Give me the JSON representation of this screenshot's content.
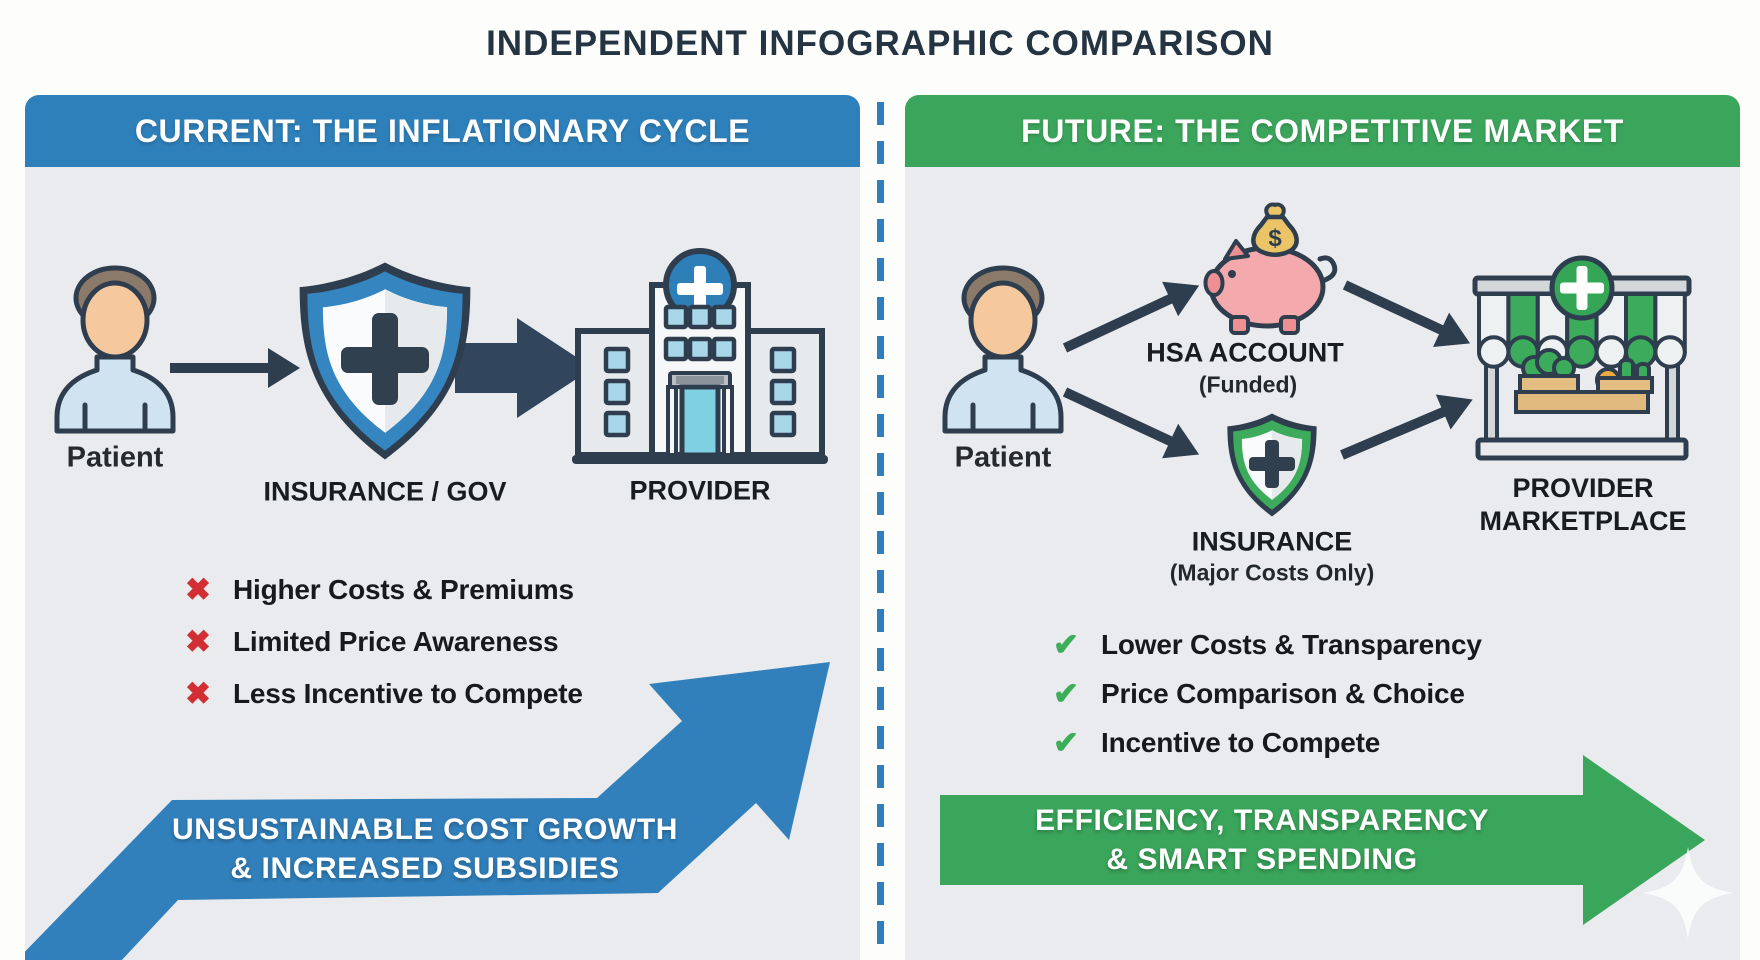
{
  "title": "INDEPENDENT INFOGRAPHIC COMPARISON",
  "colors": {
    "blue": "#2e80ba",
    "green": "#3ba55c",
    "navy": "#2f3e4e",
    "red_x": "#d22f34",
    "check_green": "#3cae58",
    "panel_bg": "#e9ebee",
    "banner_blue": "#3180bc",
    "banner_green": "#3aa65b"
  },
  "left_panel": {
    "header": "CURRENT: THE INFLATIONARY CYCLE",
    "flow": {
      "patient_label": "Patient",
      "insurance_label": "INSURANCE / GOV",
      "provider_label": "PROVIDER"
    },
    "issues": [
      {
        "glyph": "✖",
        "text": "Higher Costs & Premiums"
      },
      {
        "glyph": "✖",
        "text": "Limited Price Awareness"
      },
      {
        "glyph": "✖",
        "text": "Less Incentive to Compete"
      }
    ],
    "banner": {
      "line1": "UNSUSTAINABLE COST GROWTH",
      "line2": "& INCREASED SUBSIDIES"
    }
  },
  "right_panel": {
    "header": "FUTURE: THE COMPETITIVE MARKET",
    "flow": {
      "patient_label": "Patient",
      "hsa_label": "HSA ACCOUNT",
      "hsa_sub": "(Funded)",
      "insurance_label": "INSURANCE",
      "insurance_sub": "(Major Costs Only)",
      "marketplace_line1": "PROVIDER",
      "marketplace_line2": "MARKETPLACE",
      "money_bag_symbol": "$"
    },
    "benefits": [
      {
        "glyph": "✔",
        "text": "Lower Costs & Transparency"
      },
      {
        "glyph": "✔",
        "text": "Price Comparison & Choice"
      },
      {
        "glyph": "✔",
        "text": "Incentive to Compete"
      }
    ],
    "banner": {
      "line1": "EFFICIENCY, TRANSPARENCY",
      "line2": "& SMART SPENDING"
    }
  }
}
